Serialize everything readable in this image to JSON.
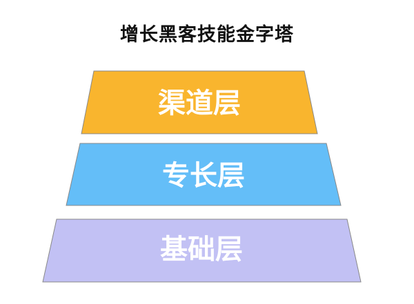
{
  "title": "增长黑客技能金字塔",
  "layers": [
    {
      "label": "渠道层",
      "fill": "#F9B52E"
    },
    {
      "label": "专长层",
      "fill": "#64BEF8"
    },
    {
      "label": "基础层",
      "fill": "#C2C1F4"
    }
  ],
  "stroke_color": "#888888"
}
